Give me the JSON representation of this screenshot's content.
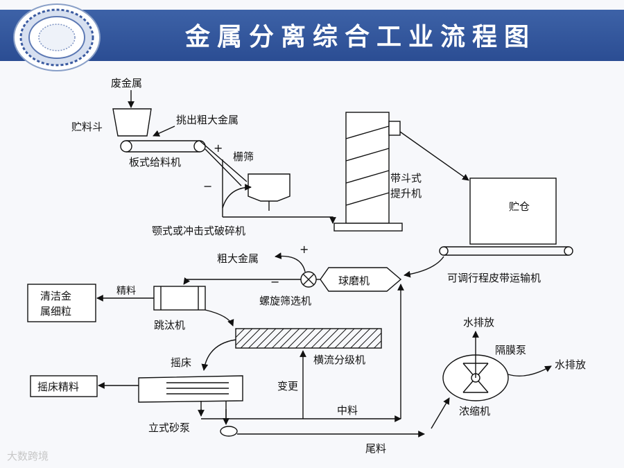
{
  "title": "金属分离综合工业流程图",
  "labels": {
    "scrap_metal": "废金属",
    "hopper": "贮料斗",
    "pick_large": "挑出粗大金属",
    "plate_feeder": "板式给料机",
    "plus": "+",
    "minus": "−",
    "grate_screen": "栅筛",
    "crusher": "颚式或冲击式破碎机",
    "bucket_elevator_1": "带斗式",
    "bucket_elevator_2": "提升机",
    "silo": "贮仓",
    "belt_conveyor": "可调行程皮带运输机",
    "coarse_metal": "粗大金属",
    "spiral_screen": "螺旋筛选机",
    "ball_mill": "球磨机",
    "concentrate": "精料",
    "clean_metal_1": "清洁金",
    "clean_metal_2": "属细粒",
    "jig": "跳汰机",
    "classifier": "横流分级机",
    "shaking_table": "摇床",
    "table_concentrate": "摇床精料",
    "vertical_pump": "立式砂泵",
    "middlings": "中料",
    "tailings": "尾料",
    "change": "变更",
    "thickener": "浓缩机",
    "diaphragm_pump": "隔膜泵",
    "water_discharge_1": "水排放",
    "water_discharge_2": "水排放"
  },
  "watermark": "大数跨境",
  "colors": {
    "header": "#2e5199",
    "title": "#ffffff",
    "line": "#111111"
  }
}
